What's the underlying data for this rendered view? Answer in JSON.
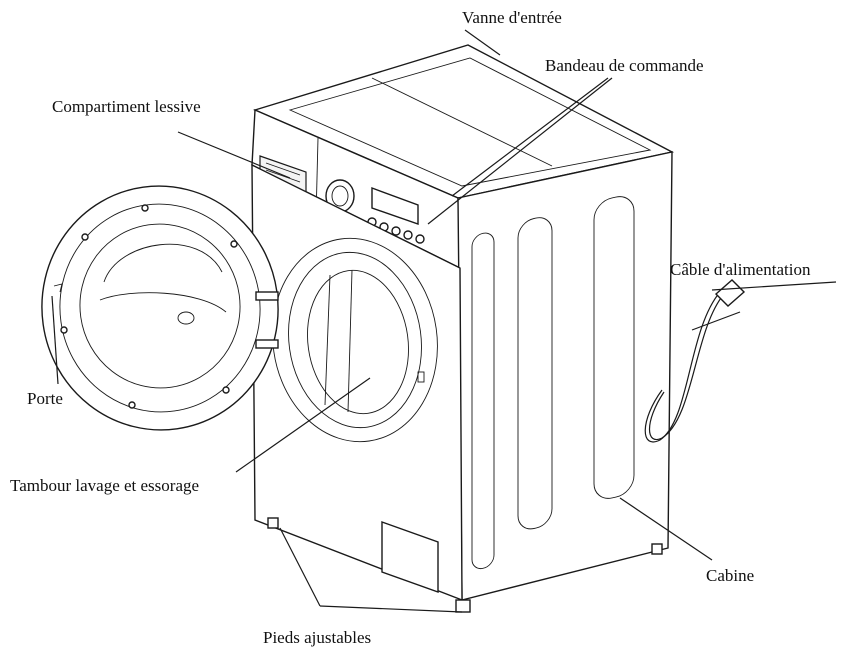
{
  "labels": {
    "inlet_valve": "Vanne d'entrée",
    "control_panel": "Bandeau de commande",
    "detergent_drawer": "Compartiment lessive",
    "power_cable": "Câble d'alimentation",
    "door": "Porte",
    "drum": "Tambour lavage et essorage",
    "cabinet": "Cabine",
    "feet": "Pieds ajustables"
  },
  "colors": {
    "line": "#1a1a1a",
    "text": "#111111",
    "background": "#ffffff"
  }
}
